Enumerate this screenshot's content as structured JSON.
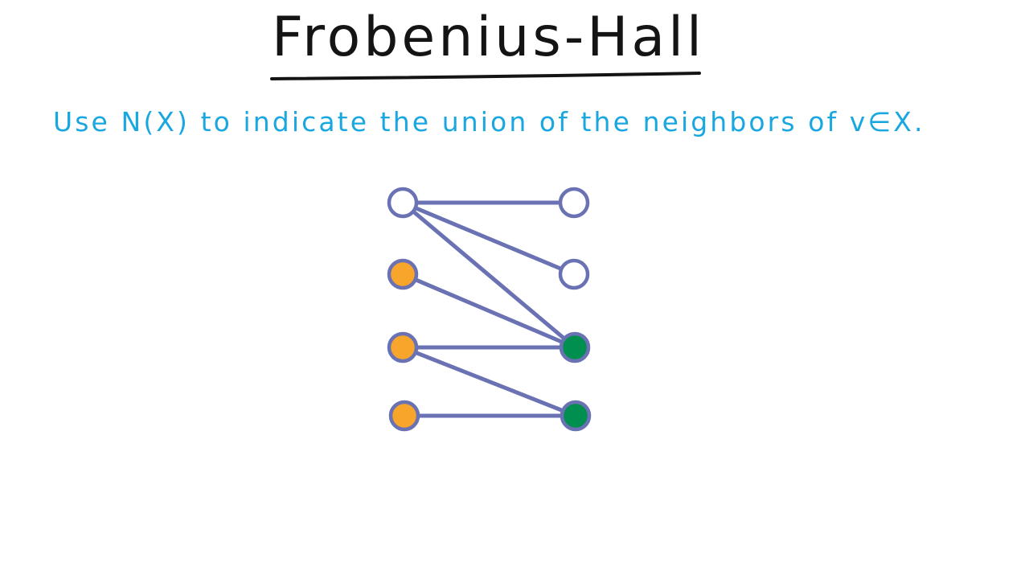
{
  "title": "Frobenius-Hall",
  "subtitle": "Use N(X) to indicate the union of the neighbors of v∈X.",
  "colors": {
    "title_text": "#141414",
    "subtitle_text": "#1aa7e0",
    "edge": "#6a72b4",
    "node_outline": "#6a72b4",
    "node_empty": "#ffffff",
    "node_orange": "#f8a52b",
    "node_green": "#008f4e"
  },
  "graph": {
    "left_nodes": [
      {
        "id": "L1",
        "fill": "empty"
      },
      {
        "id": "L2",
        "fill": "orange"
      },
      {
        "id": "L3",
        "fill": "orange"
      },
      {
        "id": "L4",
        "fill": "orange"
      }
    ],
    "right_nodes": [
      {
        "id": "R1",
        "fill": "empty"
      },
      {
        "id": "R2",
        "fill": "empty"
      },
      {
        "id": "R3",
        "fill": "green"
      },
      {
        "id": "R4",
        "fill": "green"
      }
    ],
    "edges": [
      {
        "from": "L1",
        "to": "R1"
      },
      {
        "from": "L1",
        "to": "R2"
      },
      {
        "from": "L1",
        "to": "R3"
      },
      {
        "from": "L2",
        "to": "R3"
      },
      {
        "from": "L3",
        "to": "R3"
      },
      {
        "from": "L3",
        "to": "R4"
      },
      {
        "from": "L4",
        "to": "R4"
      }
    ]
  }
}
